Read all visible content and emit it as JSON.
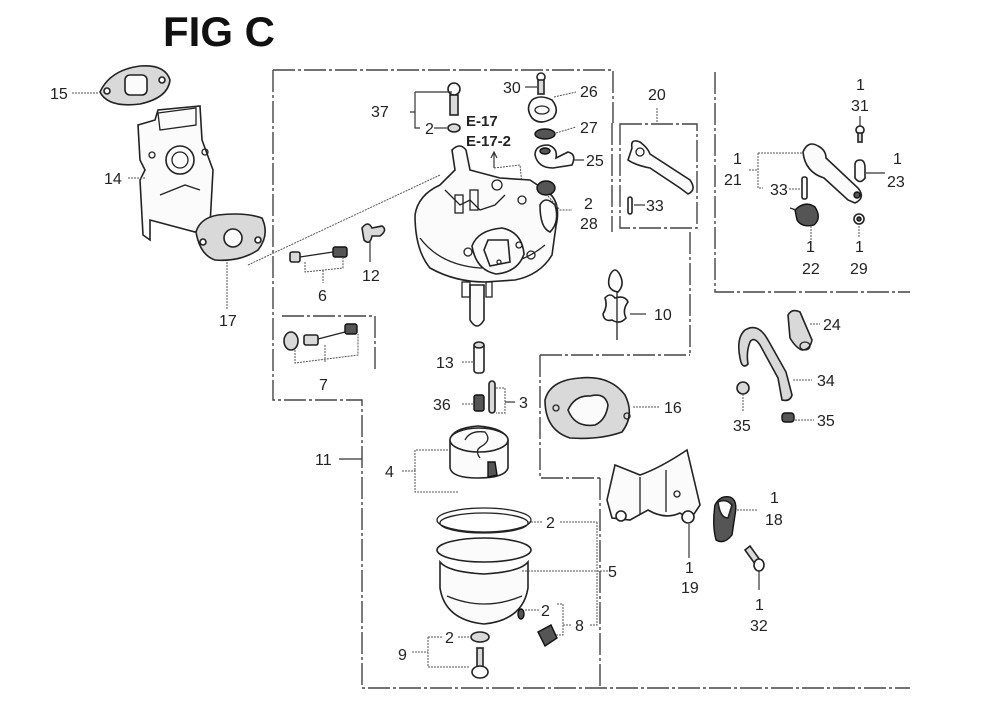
{
  "figure": {
    "title": "FIG C",
    "type": "exploded parts diagram",
    "subject": "carburetor assembly"
  },
  "references": [
    "E-17",
    "E-17-2"
  ],
  "callouts": {
    "p15": "15",
    "p14": "14",
    "p17": "17",
    "p37": "37",
    "p37_2": "2",
    "p30": "30",
    "p26": "26",
    "p27": "27",
    "p25": "25",
    "p28_qty": "2",
    "p28": "28",
    "p20": "20",
    "p33a": "33",
    "p6": "6",
    "p12": "12",
    "p7": "7",
    "p10": "10",
    "p16": "16",
    "p13": "13",
    "p36": "36",
    "p3": "3",
    "p11": "11",
    "p4": "4",
    "p2_gasket": "2",
    "p5": "5",
    "p2_drain": "2",
    "p8": "8",
    "p9": "9",
    "p9_2": "2",
    "p31_qty": "1",
    "p31": "31",
    "p21_qty": "1",
    "p21": "21",
    "p33b": "33",
    "p23_qty": "1",
    "p23": "23",
    "p22_qty": "1",
    "p22": "22",
    "p29_qty": "1",
    "p29": "29",
    "p24": "24",
    "p34": "34",
    "p35a": "35",
    "p35b": "35",
    "p18_qty": "1",
    "p18": "18",
    "p19_qty": "1",
    "p19": "19",
    "p32_qty": "1",
    "p32": "32"
  }
}
